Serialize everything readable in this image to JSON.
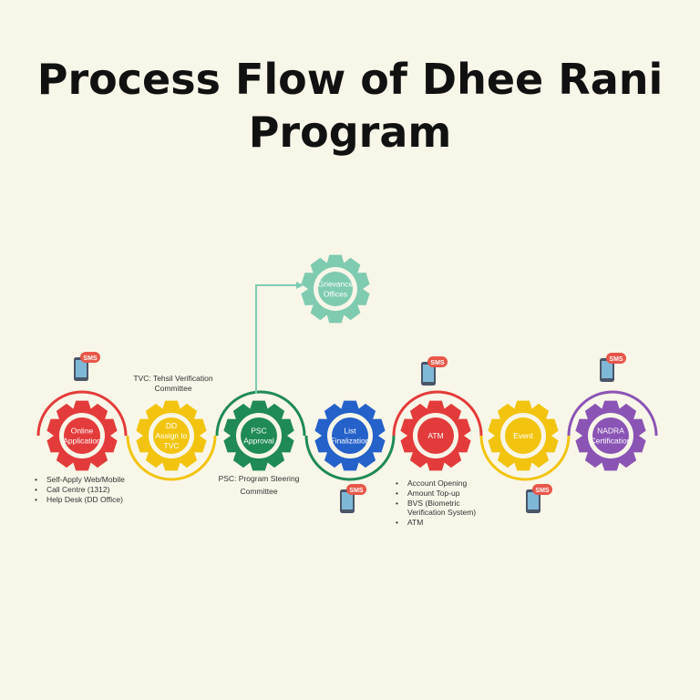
{
  "title": "Process Flow of Dhee Rani Program",
  "gears": [
    {
      "label": [
        "Online",
        "Application"
      ],
      "color": "#e33b3b"
    },
    {
      "label": [
        "DD",
        "Assign to",
        "TVC"
      ],
      "color": "#f2c40f"
    },
    {
      "label": [
        "PSC",
        "Approval"
      ],
      "color": "#1f8a55"
    },
    {
      "label": [
        "List",
        "Finalization"
      ],
      "color": "#2461c9"
    },
    {
      "label": [
        "ATM"
      ],
      "color": "#e33b3b"
    },
    {
      "label": [
        "Event"
      ],
      "color": "#f2c40f"
    },
    {
      "label": [
        "NADRA",
        "Certification"
      ],
      "color": "#8a54b5"
    }
  ],
  "grievance": {
    "label": [
      "Grievance",
      "Offices"
    ],
    "color": "#7ecbb0"
  },
  "notes": {
    "tvc": [
      "TVC: Tehsil Verification",
      "Committee"
    ],
    "psc": [
      "PSC: Program Steering",
      "Committee"
    ],
    "online_bullets": [
      "Self-Apply Web/Mobile",
      "Call Centre (1312)",
      "Help Desk (DD Office)"
    ],
    "atm_bullets": [
      "Account Opening",
      "Amount Top-up",
      "BVS (Biometric",
      "Verification System)",
      "ATM"
    ]
  },
  "sms_label": "SMS"
}
